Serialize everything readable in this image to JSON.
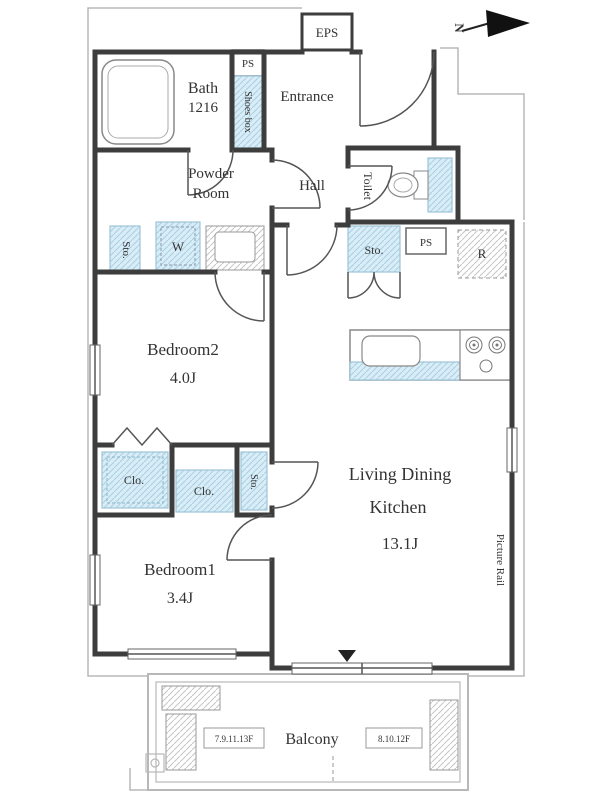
{
  "plan": {
    "compass": "N",
    "eps": "EPS",
    "ps_top": "PS",
    "bath_name": "Bath",
    "bath_size": "1216",
    "shoes_box": "Shoes box",
    "entrance": "Entrance",
    "powder_line1": "Powder",
    "powder_line2": "Room",
    "hall": "Hall",
    "toilet": "Toilet",
    "sto_left": "Sto.",
    "washer": "W",
    "sto_hall": "Sto.",
    "ps_mid": "PS",
    "fridge": "R",
    "bedroom2_name": "Bedroom2",
    "bedroom2_size": "4.0J",
    "ldk_line1": "Living Dining",
    "ldk_line2": "Kitchen",
    "ldk_size": "13.1J",
    "picture_rail": "Picture Rail",
    "closet1": "Clo.",
    "closet2": "Clo.",
    "sto_mid": "Sto.",
    "bedroom1_name": "Bedroom1",
    "bedroom1_size": "3.4J",
    "balcony": "Balcony",
    "floors_left": "7.9.11.13F",
    "floors_right": "8.10.12F"
  },
  "colors": {
    "wall": "#3d3d3d",
    "fixture_fill": "#d8edf7",
    "fixture_stroke": "#9ec4d8",
    "outline_gray": "#b8b8b8",
    "text": "#333333",
    "background": "#ffffff"
  }
}
